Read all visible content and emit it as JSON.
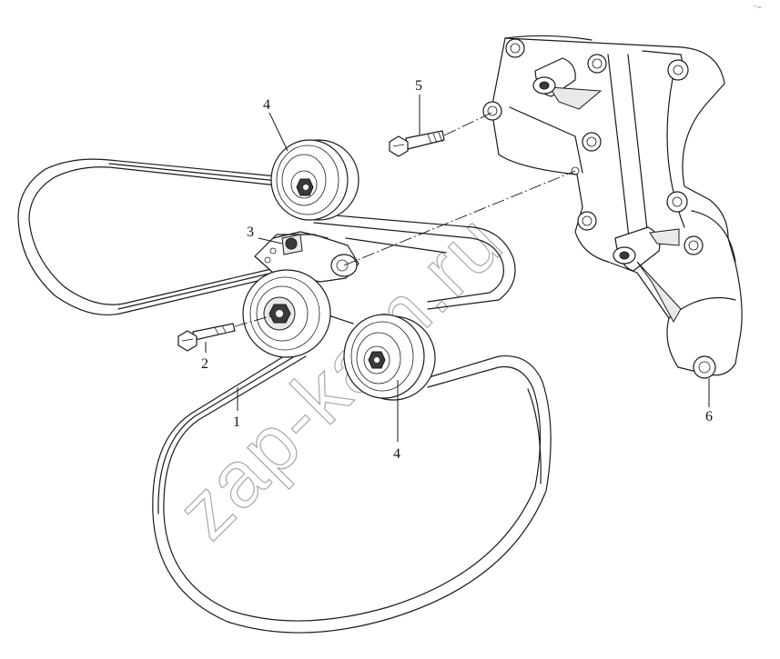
{
  "diagram": {
    "callouts": [
      {
        "id": "belt",
        "label": "1"
      },
      {
        "id": "tensioner-bolt",
        "label": "2"
      },
      {
        "id": "tensioner",
        "label": "3"
      },
      {
        "id": "idler-upper",
        "label": "4"
      },
      {
        "id": "idler-lower",
        "label": "4"
      },
      {
        "id": "bracket-bolt",
        "label": "5"
      },
      {
        "id": "bracket",
        "label": "6"
      }
    ],
    "watermark": "zap-kam.ru",
    "corner_mark": "°° •••"
  }
}
